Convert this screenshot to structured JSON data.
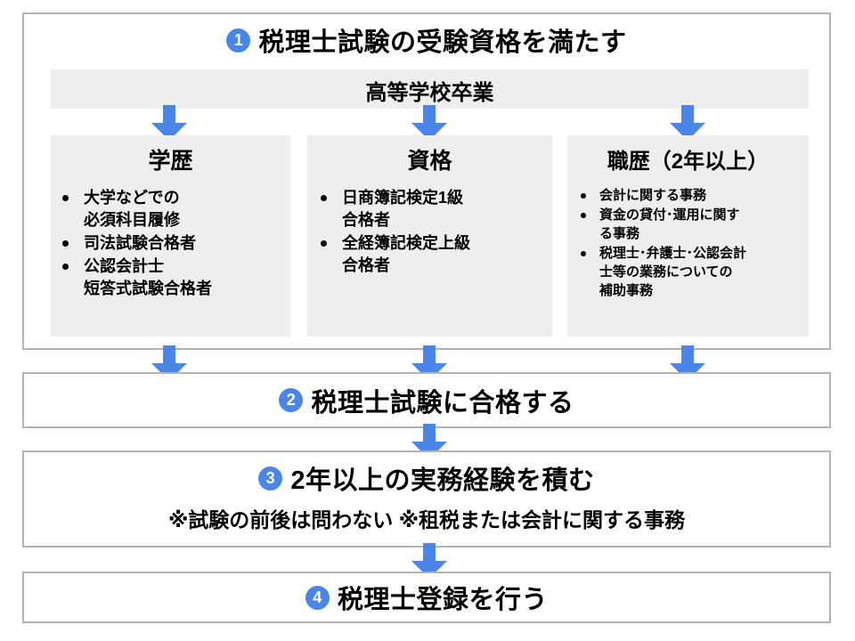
{
  "diagram": {
    "title_semantic": "tax-accountant-qualification-flow",
    "accent_color": "#4a86e8",
    "panel_color": "#eeeeee",
    "border_color": "#b3b3b3"
  },
  "step1": {
    "number": "❶",
    "heading": "税理士試験の受験資格を満たす",
    "prerequisite": "高等学校卒業",
    "columns": [
      {
        "title": "学歴",
        "items": [
          "大学などでの\n必須科目履修",
          "司法試験合格者",
          "公認会計士\n短答式試験合格者"
        ]
      },
      {
        "title": "資格",
        "items": [
          "日商簿記検定1級\n合格者",
          "全経簿記検定上級\n合格者"
        ]
      },
      {
        "title": "職歴（2年以上）",
        "items": [
          "会計に関する事務",
          "資金の貸付･運用に関す\nる事務",
          "税理士･弁護士･公認会計\n士等の業務についての\n補助事務"
        ]
      }
    ]
  },
  "step2": {
    "number": "❷",
    "heading": "税理士試験に合格する"
  },
  "step3": {
    "number": "❸",
    "heading": "2年以上の実務経験を積む",
    "note": "※試験の前後は問わない ※租税または会計に関する事務"
  },
  "step4": {
    "number": "❹",
    "heading": "税理士登録を行う"
  }
}
